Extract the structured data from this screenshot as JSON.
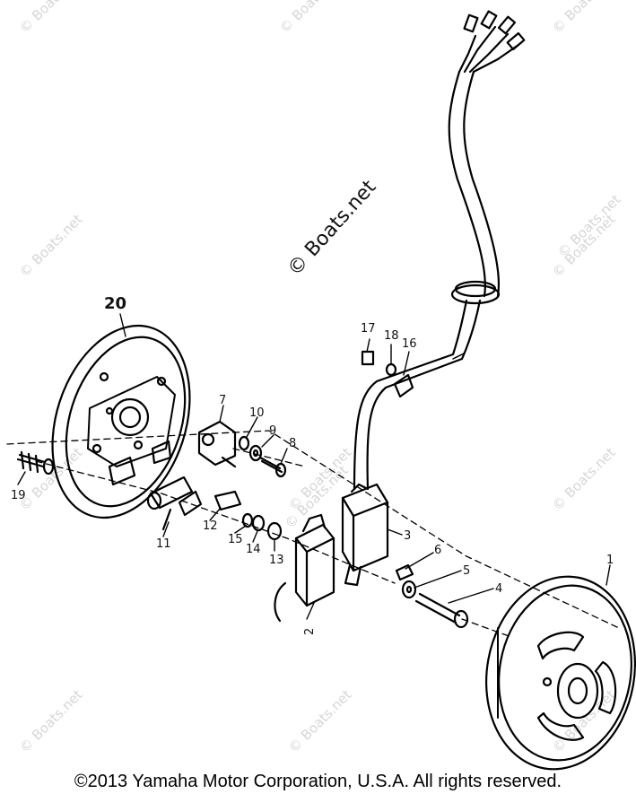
{
  "watermark": "© Boats.net",
  "watermarks": [
    "© Boats.net",
    "© Boats.net",
    "© Boats.net",
    "© Boats.net",
    "© Boats.net",
    "© Boats.net",
    "© Boats.net",
    "© Boats.net",
    "© Boats.net",
    "© Boats.net",
    "© Boats.net",
    "© Boats.net",
    "© Boats.net"
  ],
  "callouts": [
    "1",
    "2",
    "3",
    "4",
    "5",
    "6",
    "7",
    "8",
    "9",
    "10",
    "11",
    "12",
    "13",
    "14",
    "15",
    "16",
    "17",
    "18",
    "19",
    "20"
  ],
  "copyright": "©2013 Yamaha Motor Corporation, U.S.A. All rights reserved.",
  "colors": {
    "line": "#000000",
    "watermark": "#d6d6d6",
    "background": "#ffffff"
  }
}
